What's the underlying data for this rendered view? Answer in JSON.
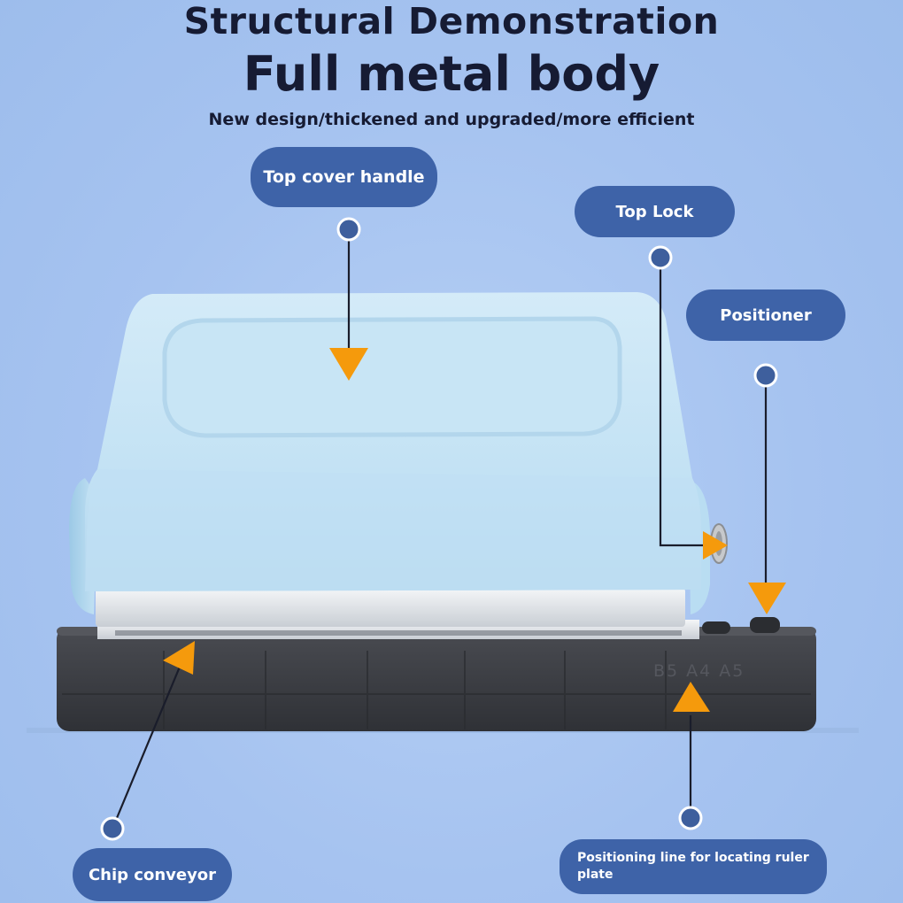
{
  "header": {
    "title_line1": "Structural Demonstration",
    "title_line2": "Full metal body",
    "subtitle": "New design/thickened and upgraded/more efficient"
  },
  "callouts": {
    "top_cover_handle": "Top cover handle",
    "top_lock": "Top Lock",
    "positioner": "Positioner",
    "chip_conveyor": "Chip conveyor",
    "positioning_line": "Positioning line for locating ruler plate"
  },
  "product": {
    "base_marking": "B5 A4 A5"
  },
  "colors": {
    "background": "#a9c6f2",
    "pill": "#3e63a8",
    "arrow": "#f59a0c",
    "dot": "#3e5f9d",
    "cover": "#c5e4f5",
    "base": "#3b3d43",
    "title": "#161b33"
  }
}
